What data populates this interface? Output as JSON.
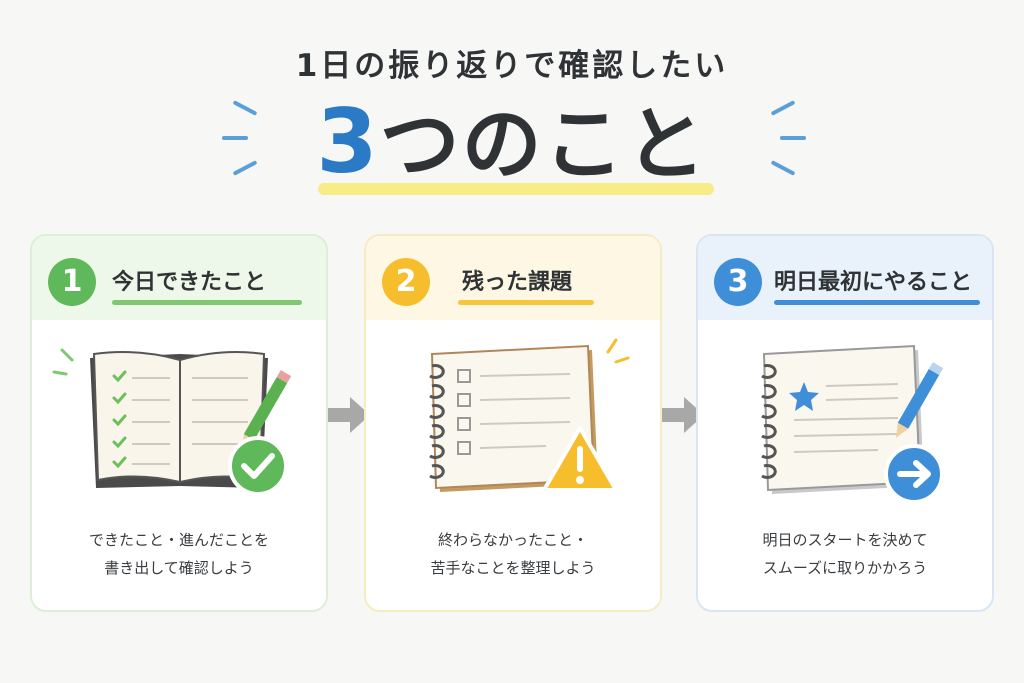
{
  "header": {
    "subtitle": "1日の振り返りで確認したい",
    "title_number": "3",
    "title_rest": "つのこと"
  },
  "colors": {
    "green": "#5fb85a",
    "yellow": "#f6be2c",
    "blue": "#3f8fd8",
    "highlight": "#f7ec86"
  },
  "cards": [
    {
      "number": "1",
      "title": "今日できたこと",
      "desc_line1": "できたこと・進んだことを",
      "desc_line2": "書き出して確認しよう",
      "icon": "open-notebook-checklist-icon",
      "badge_icon": "checkmark-icon"
    },
    {
      "number": "2",
      "title": "残った課題",
      "desc_line1": "終わらなかったこと・",
      "desc_line2": "苦手なことを整理しよう",
      "icon": "spiral-notebook-checkbox-icon",
      "badge_icon": "warning-icon"
    },
    {
      "number": "3",
      "title": "明日最初にやること",
      "desc_line1": "明日のスタートを決めて",
      "desc_line2": "スムーズに取りかかろう",
      "icon": "spiral-notebook-star-icon",
      "badge_icon": "arrow-right-icon"
    }
  ]
}
